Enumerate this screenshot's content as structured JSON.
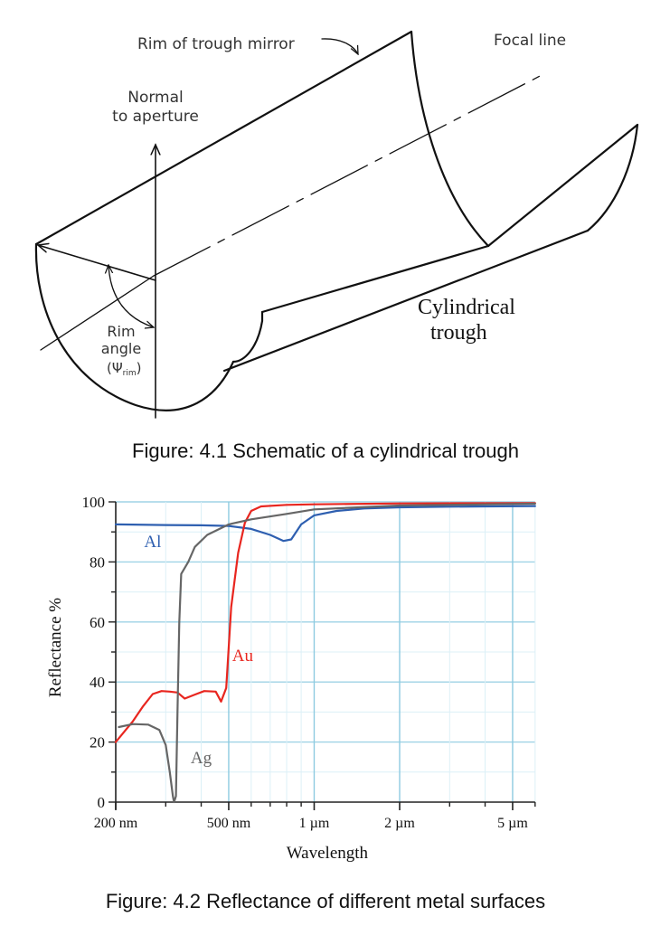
{
  "figure1": {
    "caption": "Figure: 4.1 Schematic of a cylindrical trough",
    "labels": {
      "rim_mirror": "Rim of trough mirror",
      "focal_line": "Focal line",
      "normal_1": "Normal",
      "normal_2": "to aperture",
      "rim_1": "Rim",
      "rim_2": "angle",
      "rim_3_open": "(Ψ",
      "rim_3_sub": "rim",
      "rim_3_close": ")",
      "trough_1": "Cylindrical",
      "trough_2": "trough"
    }
  },
  "figure2": {
    "caption": "Figure: 4.2 Reflectance of different metal surfaces"
  },
  "chart_data": {
    "type": "line",
    "title": "",
    "xlabel": "Wavelength",
    "ylabel": "Reflectance %",
    "xscale": "log",
    "xlim_nm": [
      200,
      6000
    ],
    "ylim": [
      0,
      100
    ],
    "grid": true,
    "x_ticks": [
      {
        "value_nm": 200,
        "label": "200 nm"
      },
      {
        "value_nm": 500,
        "label": "500 nm"
      },
      {
        "value_nm": 1000,
        "label": "1 µm"
      },
      {
        "value_nm": 2000,
        "label": "2 µm"
      },
      {
        "value_nm": 5000,
        "label": "5 µm"
      }
    ],
    "y_ticks": [
      0,
      20,
      40,
      60,
      80,
      100
    ],
    "legend": "inline labels",
    "series": [
      {
        "name": "Al",
        "color": "#2e5fb0",
        "label_pos": {
          "x_nm": 270,
          "y": 85
        },
        "points": [
          [
            200,
            92.5
          ],
          [
            300,
            92.3
          ],
          [
            400,
            92.2
          ],
          [
            500,
            92.0
          ],
          [
            600,
            91.0
          ],
          [
            700,
            89.0
          ],
          [
            780,
            87.0
          ],
          [
            830,
            87.5
          ],
          [
            900,
            92.5
          ],
          [
            1000,
            95.5
          ],
          [
            1200,
            97.0
          ],
          [
            1500,
            97.8
          ],
          [
            2000,
            98.2
          ],
          [
            3000,
            98.4
          ],
          [
            4000,
            98.5
          ],
          [
            6000,
            98.6
          ]
        ]
      },
      {
        "name": "Au",
        "color": "#e8261f",
        "label_pos": {
          "x_nm": 560,
          "y": 47
        },
        "points": [
          [
            200,
            20
          ],
          [
            230,
            27
          ],
          [
            250,
            32
          ],
          [
            270,
            36
          ],
          [
            290,
            37
          ],
          [
            310,
            36.8
          ],
          [
            330,
            36.5
          ],
          [
            350,
            34.5
          ],
          [
            380,
            35.8
          ],
          [
            410,
            37
          ],
          [
            450,
            36.8
          ],
          [
            470,
            33.5
          ],
          [
            490,
            38
          ],
          [
            510,
            65
          ],
          [
            540,
            83
          ],
          [
            570,
            93
          ],
          [
            600,
            97
          ],
          [
            650,
            98.5
          ],
          [
            800,
            99.0
          ],
          [
            1000,
            99.2
          ],
          [
            2000,
            99.5
          ],
          [
            6000,
            99.6
          ]
        ]
      },
      {
        "name": "Ag",
        "color": "#666666",
        "label_pos": {
          "x_nm": 400,
          "y": 13
        },
        "points": [
          [
            205,
            25
          ],
          [
            230,
            26
          ],
          [
            260,
            25.8
          ],
          [
            285,
            24
          ],
          [
            300,
            19
          ],
          [
            310,
            10
          ],
          [
            318,
            2
          ],
          [
            321,
            0
          ],
          [
            326,
            2
          ],
          [
            330,
            30
          ],
          [
            335,
            60
          ],
          [
            340,
            76
          ],
          [
            360,
            80
          ],
          [
            380,
            85
          ],
          [
            420,
            89
          ],
          [
            500,
            92.5
          ],
          [
            600,
            94.2
          ],
          [
            800,
            96
          ],
          [
            1000,
            97.5
          ],
          [
            2000,
            98.8
          ],
          [
            6000,
            99.4
          ]
        ]
      }
    ]
  }
}
